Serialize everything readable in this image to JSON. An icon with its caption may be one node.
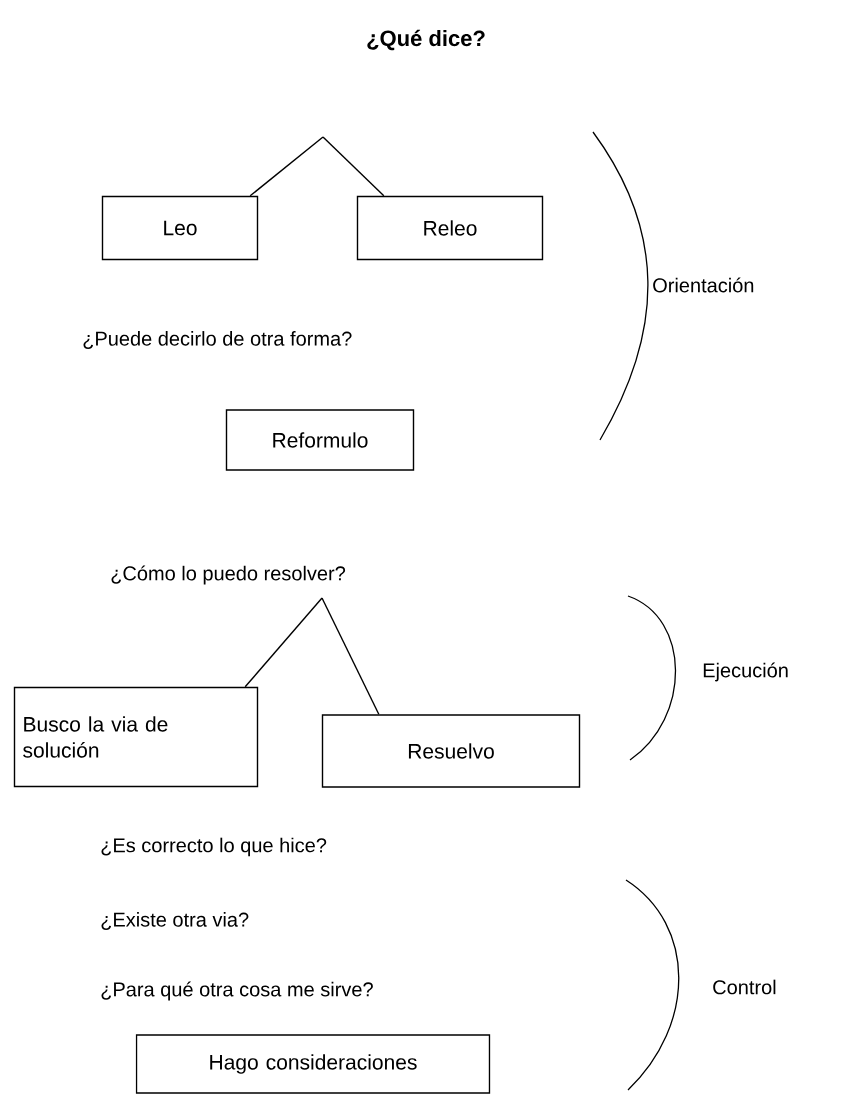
{
  "diagram": {
    "title": "¿Qué dice?",
    "nodes": [
      {
        "text": [
          "Leo"
        ]
      },
      {
        "text": [
          "Releo"
        ]
      },
      {
        "text": [
          "Reformulo"
        ]
      },
      {
        "text": [
          "Busco la via de solución"
        ]
      },
      {
        "text": [
          "Resuelvo"
        ]
      },
      {
        "text": [
          "Hago consideraciones"
        ]
      }
    ],
    "edges": [
      {
        "from": null,
        "to": 0,
        "arrow": "none"
      },
      {
        "from": null,
        "to": 1,
        "arrow": "none"
      },
      {
        "from": null,
        "to": 3,
        "arrow": "none"
      },
      {
        "from": null,
        "to": 4,
        "arrow": "none"
      }
    ],
    "labels": [
      "Orientación",
      "¿Puede decirlo de otra forma?",
      "¿Cómo lo puedo resolver?",
      "Ejecución",
      "¿Es correcto lo que hice?",
      "¿Existe otra via?",
      "¿Para qué otra cosa me sirve?",
      "Control"
    ]
  }
}
